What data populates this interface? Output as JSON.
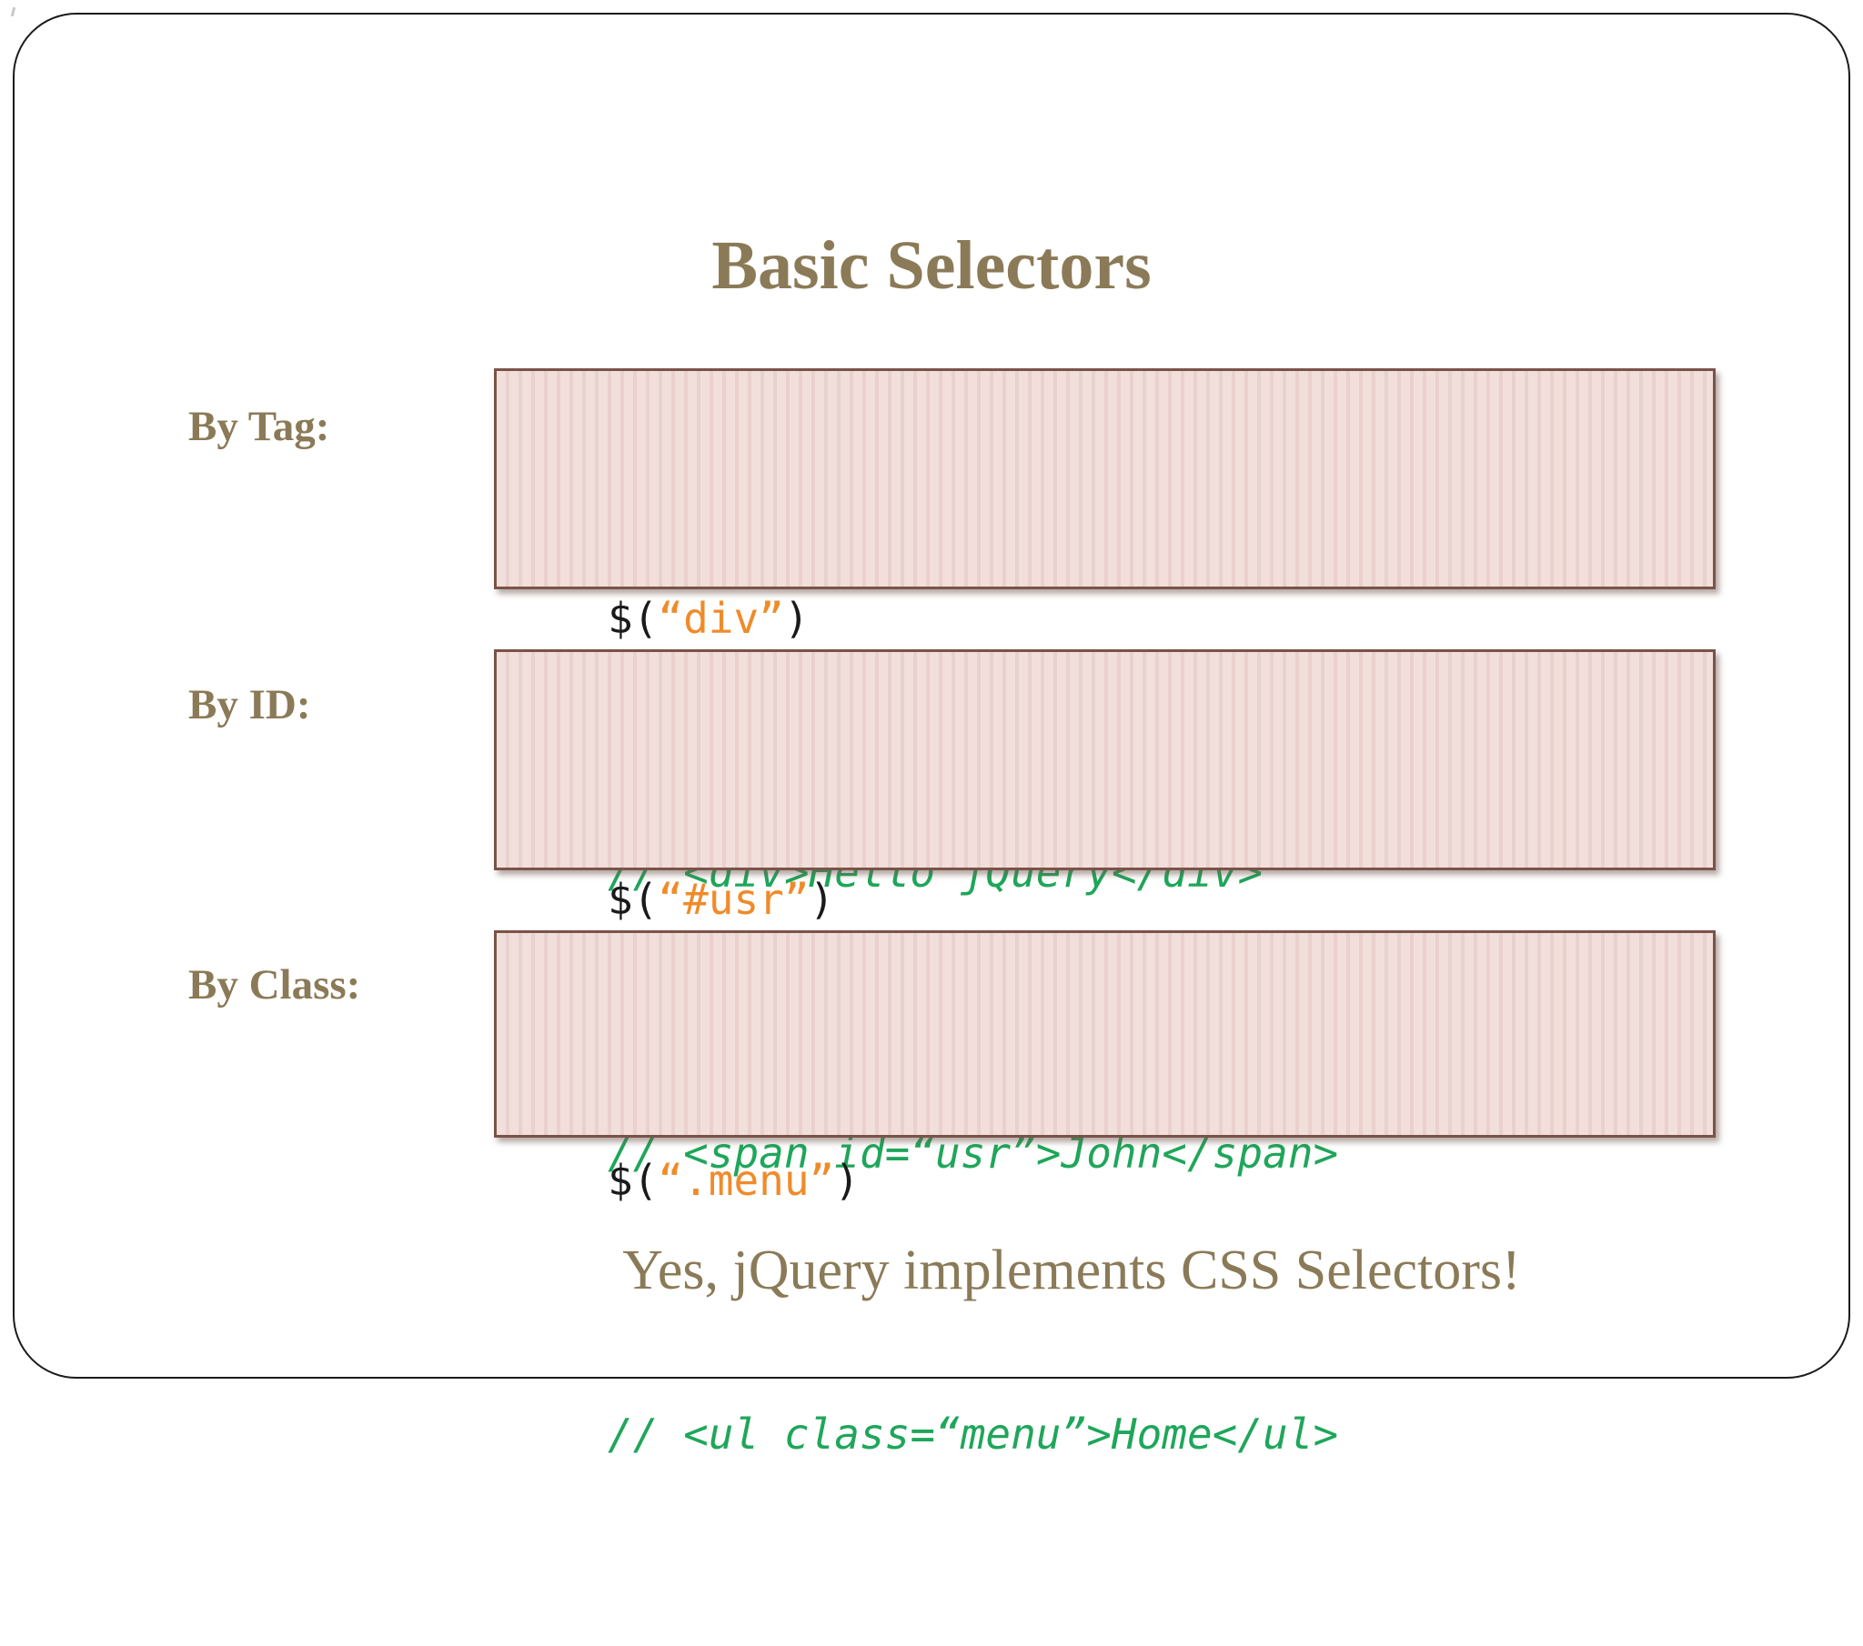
{
  "slide": {
    "title": "Basic Selectors",
    "footer": "Yes, jQuery implements CSS Selectors!",
    "colors": {
      "accent_olive": "#8B7A57",
      "code_black": "#1A1A1A",
      "code_orange": "#EF8B2A",
      "comment_green": "#1FA65A",
      "box_background": "#F2DFDC",
      "box_stripe": "#E9D1CD",
      "box_border": "#7A5348",
      "frame_border": "#1B1B1B"
    },
    "rows": [
      {
        "label": "By Tag:",
        "code": {
          "prefix": "$(",
          "selector": "“div”",
          "suffix": ")"
        },
        "comment": "// <div>Hello jQuery</div>"
      },
      {
        "label": "By ID:",
        "code": {
          "prefix": "$(",
          "selector": "“#usr”",
          "suffix": ")"
        },
        "comment": "// <span id=“usr”>John</span>"
      },
      {
        "label": "By Class:",
        "code": {
          "prefix": "$(",
          "selector": "“.menu”",
          "suffix": ")"
        },
        "comment": "// <ul class=“menu”>Home</ul>"
      }
    ]
  }
}
